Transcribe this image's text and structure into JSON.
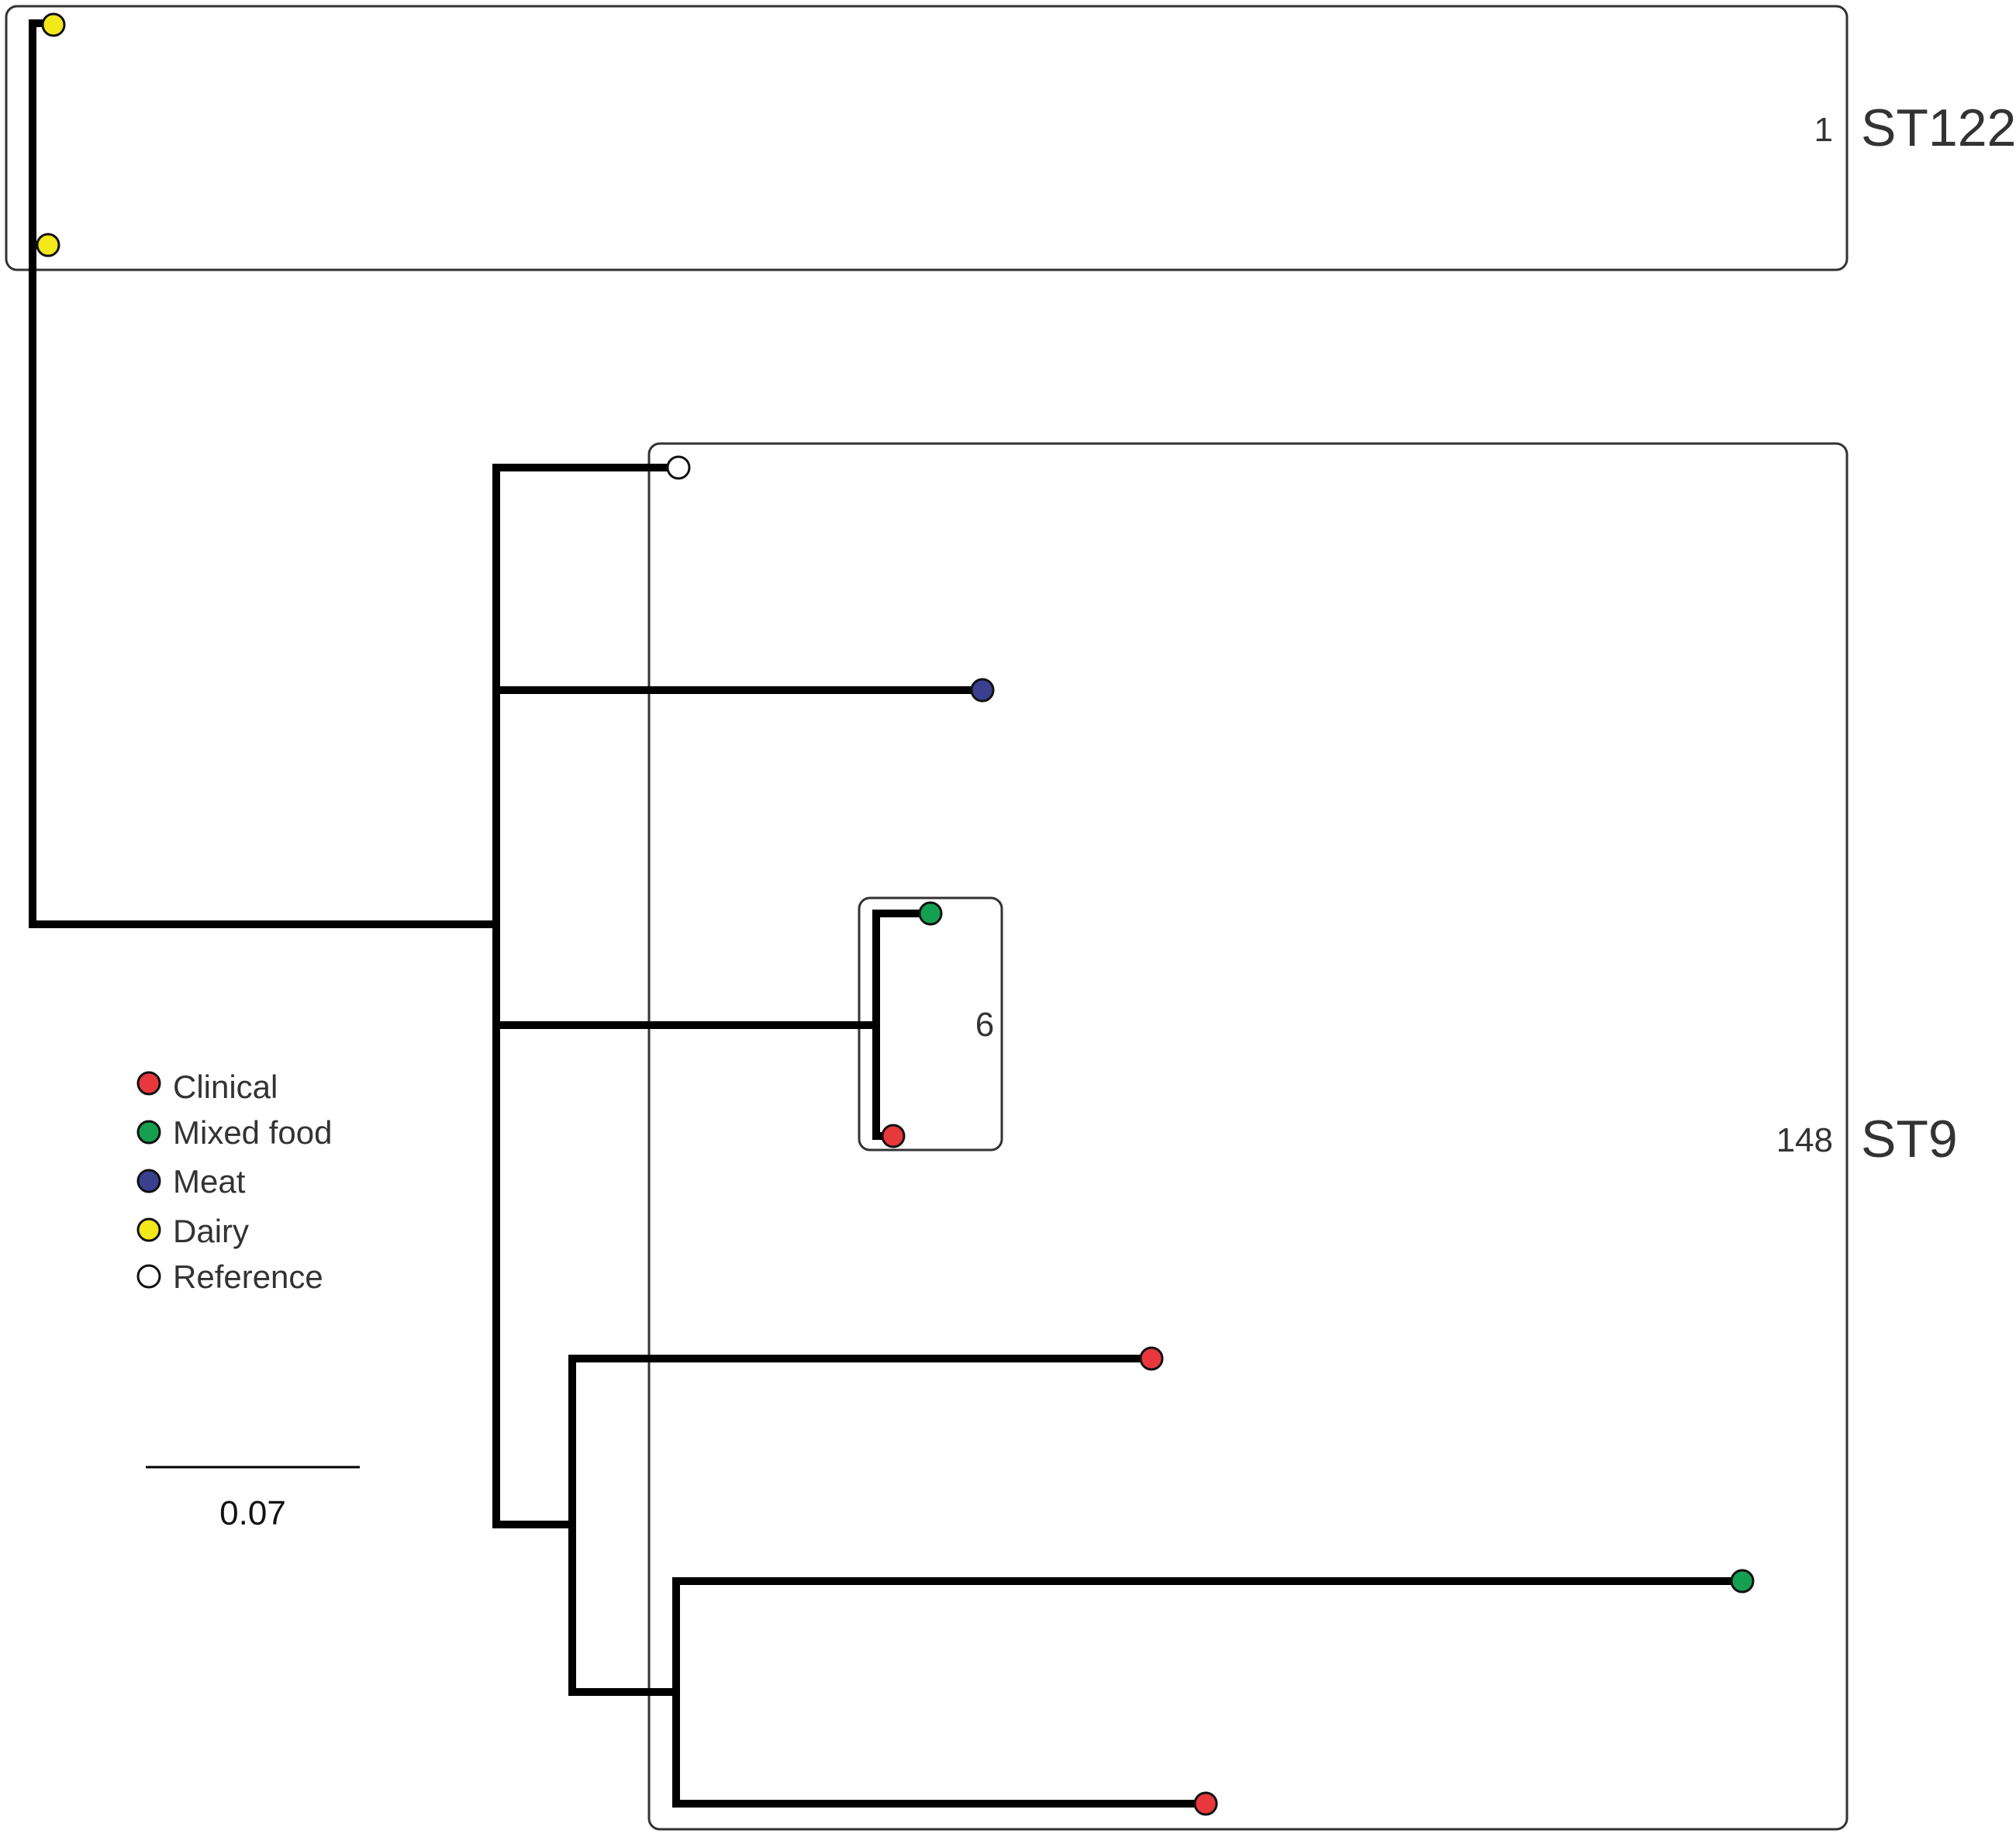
{
  "clades": [
    {
      "name": "ST122",
      "count": "1"
    },
    {
      "name": "ST9",
      "count": "148"
    },
    {
      "name": "",
      "count": "6"
    }
  ],
  "legend": [
    {
      "label": "Clinical",
      "color": "#e8383d"
    },
    {
      "label": "Mixed food",
      "color": "#14a050"
    },
    {
      "label": "Meat",
      "color": "#3b3f8f"
    },
    {
      "label": "Dairy",
      "color": "#f2e81a"
    },
    {
      "label": "Reference",
      "color": "#ffffff"
    }
  ],
  "scale_bar": {
    "label": "0.07"
  },
  "tips": [
    {
      "category": "Dairy"
    },
    {
      "category": "Dairy"
    },
    {
      "category": "Reference"
    },
    {
      "category": "Meat"
    },
    {
      "category": "Mixed food"
    },
    {
      "category": "Clinical"
    },
    {
      "category": "Clinical"
    },
    {
      "category": "Mixed food"
    },
    {
      "category": "Clinical"
    }
  ]
}
